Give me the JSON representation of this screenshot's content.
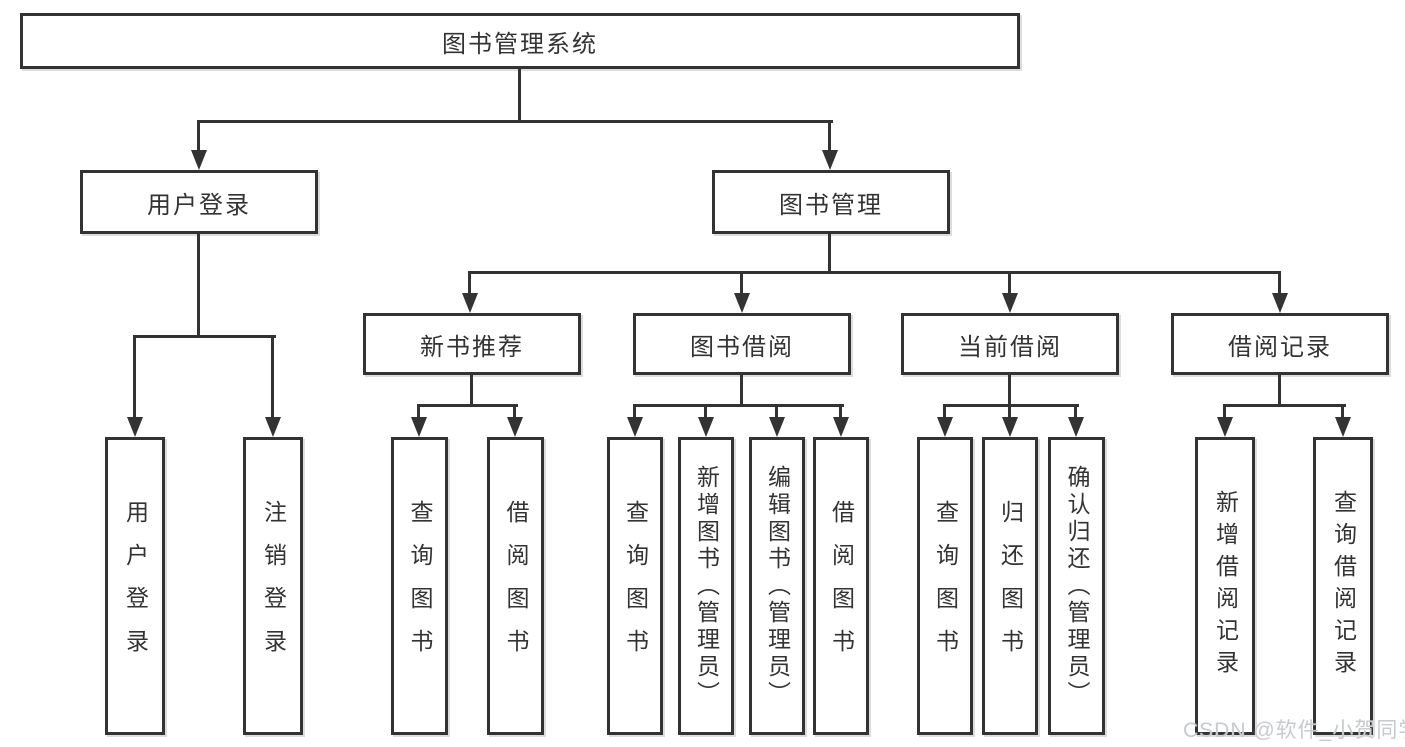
{
  "tree": {
    "root": {
      "label": "图书管理系统"
    },
    "branches": [
      {
        "label": "用户登录",
        "children": [
          {
            "label": "用户登录"
          },
          {
            "label": "注销登录"
          }
        ]
      },
      {
        "label": "图书管理",
        "children": [
          {
            "label": "新书推荐",
            "children": [
              {
                "label": "查询图书"
              },
              {
                "label": "借阅图书"
              }
            ]
          },
          {
            "label": "图书借阅",
            "children": [
              {
                "label": "查询图书"
              },
              {
                "label": "新增图书（管理员）"
              },
              {
                "label": "编辑图书（管理员）"
              },
              {
                "label": "借阅图书"
              }
            ]
          },
          {
            "label": "当前借阅",
            "children": [
              {
                "label": "查询图书"
              },
              {
                "label": "归还图书"
              },
              {
                "label": "确认归还（管理员）"
              }
            ]
          },
          {
            "label": "借阅记录",
            "children": [
              {
                "label": "新增借阅记录"
              },
              {
                "label": "查询借阅记录"
              }
            ]
          }
        ]
      }
    ]
  },
  "watermark": {
    "text": "CSDN @软件_小贺同学",
    "color": "#c6cbce"
  },
  "colors": {
    "line": "#333333",
    "text": "#333333",
    "background": "#ffffff"
  }
}
